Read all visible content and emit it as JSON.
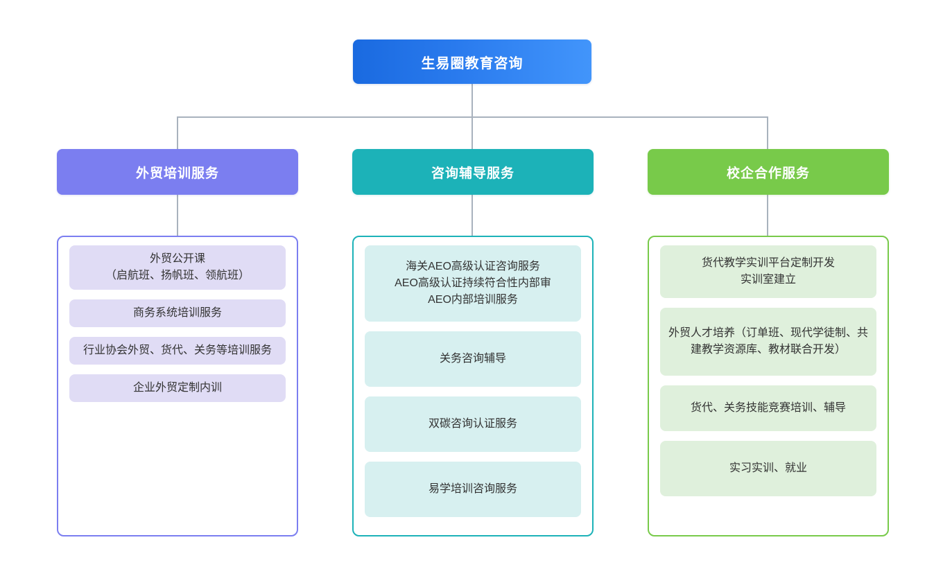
{
  "diagram": {
    "type": "organization-chart",
    "root": {
      "label": "生易圈教育咨询",
      "color": "#2a7bee",
      "gradient_from": "#1a6ae0",
      "gradient_to": "#4295fb"
    },
    "connector_color": "#a8b2bd",
    "branches": [
      {
        "id": "foreign-trade-training",
        "header": "外贸培训服务",
        "color": "#7b7ef0",
        "card_color": "#e0dcf5",
        "items": [
          {
            "lines": [
              "外贸公开课",
              "（启航班、扬帆班、领航班）"
            ]
          },
          {
            "lines": [
              "商务系统培训服务"
            ]
          },
          {
            "lines": [
              "行业协会外贸、货代、关务等培训服务"
            ]
          },
          {
            "lines": [
              "企业外贸定制内训"
            ]
          }
        ]
      },
      {
        "id": "consulting-tutoring",
        "header": "咨询辅导服务",
        "color": "#1cb2b8",
        "card_color": "#d7f0f0",
        "items": [
          {
            "lines": [
              "海关AEO高级认证咨询服务",
              "AEO高级认证持续符合性内部审",
              "AEO内部培训服务"
            ]
          },
          {
            "lines": [
              "关务咨询辅导"
            ]
          },
          {
            "lines": [
              "双碳咨询认证服务"
            ]
          },
          {
            "lines": [
              "易学培训咨询服务"
            ]
          }
        ]
      },
      {
        "id": "school-enterprise-cooperation",
        "header": "校企合作服务",
        "color": "#78ca4a",
        "card_color": "#dff0dc",
        "items": [
          {
            "lines": [
              "货代教学实训平台定制开发",
              "实训室建立"
            ]
          },
          {
            "lines": [
              "外贸人才培养（订单班、现代学徒制、共建教学资源库、教材联合开发）"
            ]
          },
          {
            "lines": [
              "货代、关务技能竞赛培训、辅导"
            ]
          },
          {
            "lines": [
              "实习实训、就业"
            ]
          }
        ]
      }
    ]
  }
}
